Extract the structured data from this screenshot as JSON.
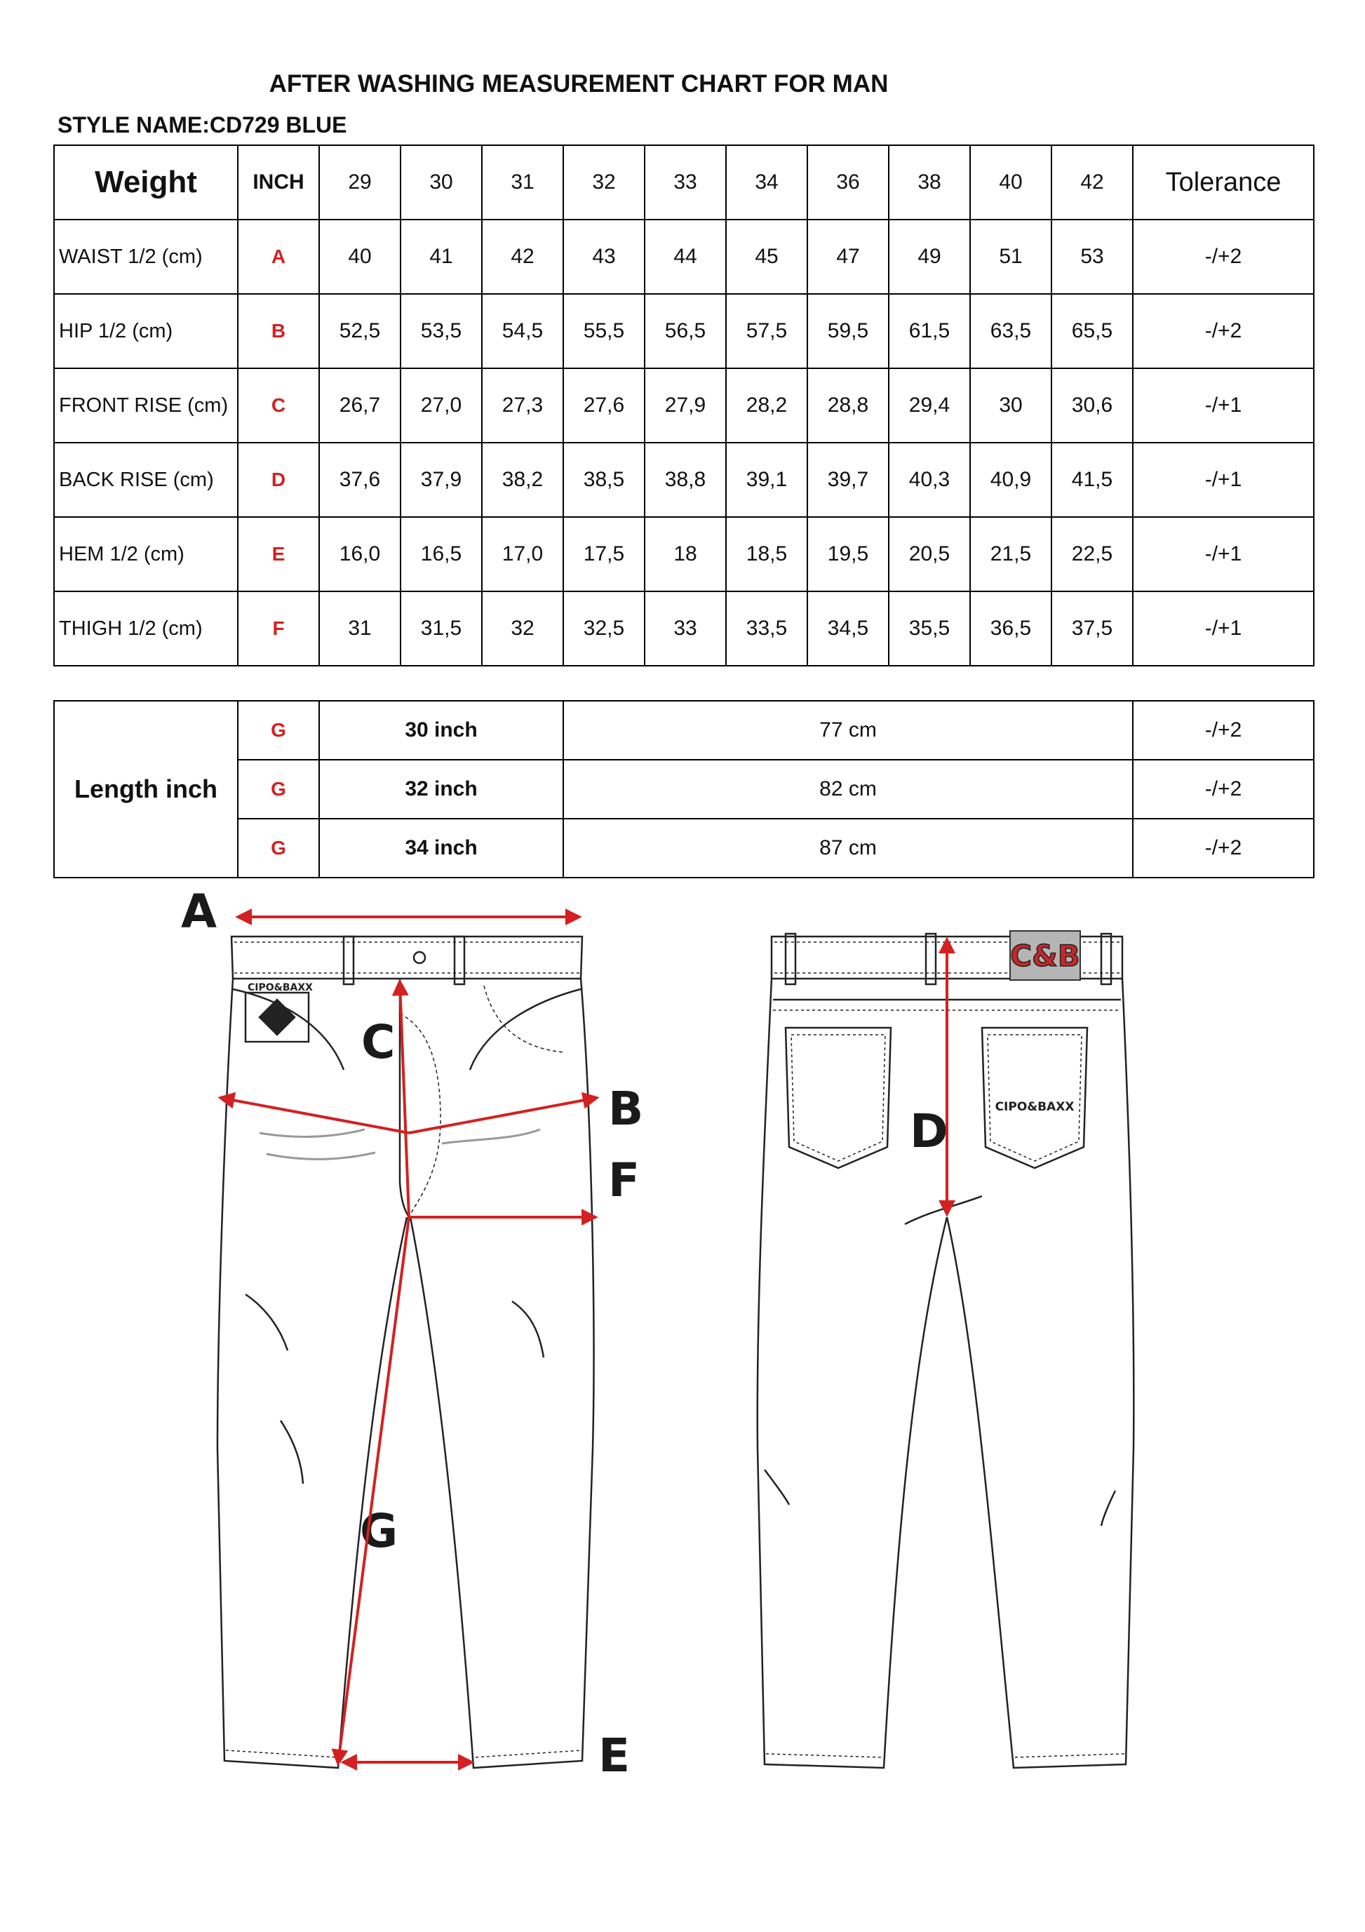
{
  "header": {
    "title": "AFTER WASHING MEASUREMENT CHART FOR MAN",
    "style_name": "STYLE NAME:CD729 BLUE"
  },
  "size_table": {
    "col_weight": "Weight",
    "col_inch": "INCH",
    "sizes": [
      "29",
      "30",
      "31",
      "32",
      "33",
      "34",
      "36",
      "38",
      "40",
      "42"
    ],
    "col_tolerance": "Tolerance",
    "rows": [
      {
        "label": "WAIST 1/2 (cm)",
        "letter": "A",
        "values": [
          "40",
          "41",
          "42",
          "43",
          "44",
          "45",
          "47",
          "49",
          "51",
          "53"
        ],
        "tolerance": "-/+2"
      },
      {
        "label": "HIP 1/2 (cm)",
        "letter": "B",
        "values": [
          "52,5",
          "53,5",
          "54,5",
          "55,5",
          "56,5",
          "57,5",
          "59,5",
          "61,5",
          "63,5",
          "65,5"
        ],
        "tolerance": "-/+2"
      },
      {
        "label": "FRONT RISE (cm)",
        "letter": "C",
        "values": [
          "26,7",
          "27,0",
          "27,3",
          "27,6",
          "27,9",
          "28,2",
          "28,8",
          "29,4",
          "30",
          "30,6"
        ],
        "tolerance": "-/+1"
      },
      {
        "label": "BACK RISE (cm)",
        "letter": "D",
        "values": [
          "37,6",
          "37,9",
          "38,2",
          "38,5",
          "38,8",
          "39,1",
          "39,7",
          "40,3",
          "40,9",
          "41,5"
        ],
        "tolerance": "-/+1"
      },
      {
        "label": "HEM 1/2  (cm)",
        "letter": "E",
        "values": [
          "16,0",
          "16,5",
          "17,0",
          "17,5",
          "18",
          "18,5",
          "19,5",
          "20,5",
          "21,5",
          "22,5"
        ],
        "tolerance": "-/+1"
      },
      {
        "label": "THIGH 1/2 (cm)",
        "letter": "F",
        "values": [
          "31",
          "31,5",
          "32",
          "32,5",
          "33",
          "33,5",
          "34,5",
          "35,5",
          "36,5",
          "37,5"
        ],
        "tolerance": "-/+1"
      }
    ]
  },
  "length_table": {
    "label": "Length inch",
    "rows": [
      {
        "letter": "G",
        "inch": "30 inch",
        "cm": "77 cm",
        "tolerance": "-/+2"
      },
      {
        "letter": "G",
        "inch": "32 inch",
        "cm": "82 cm",
        "tolerance": "-/+2"
      },
      {
        "letter": "G",
        "inch": "34 inch",
        "cm": "87 cm",
        "tolerance": "-/+2"
      }
    ]
  },
  "drawing": {
    "front_letters": [
      "A",
      "B",
      "C",
      "E",
      "F",
      "G"
    ],
    "back_letters": [
      "D"
    ],
    "front_patch_text": "CIPO&BAXX",
    "back_patch_logo": "C&B",
    "back_pocket_text": "CIPO&BAXX",
    "measure_color": "#d42020"
  }
}
